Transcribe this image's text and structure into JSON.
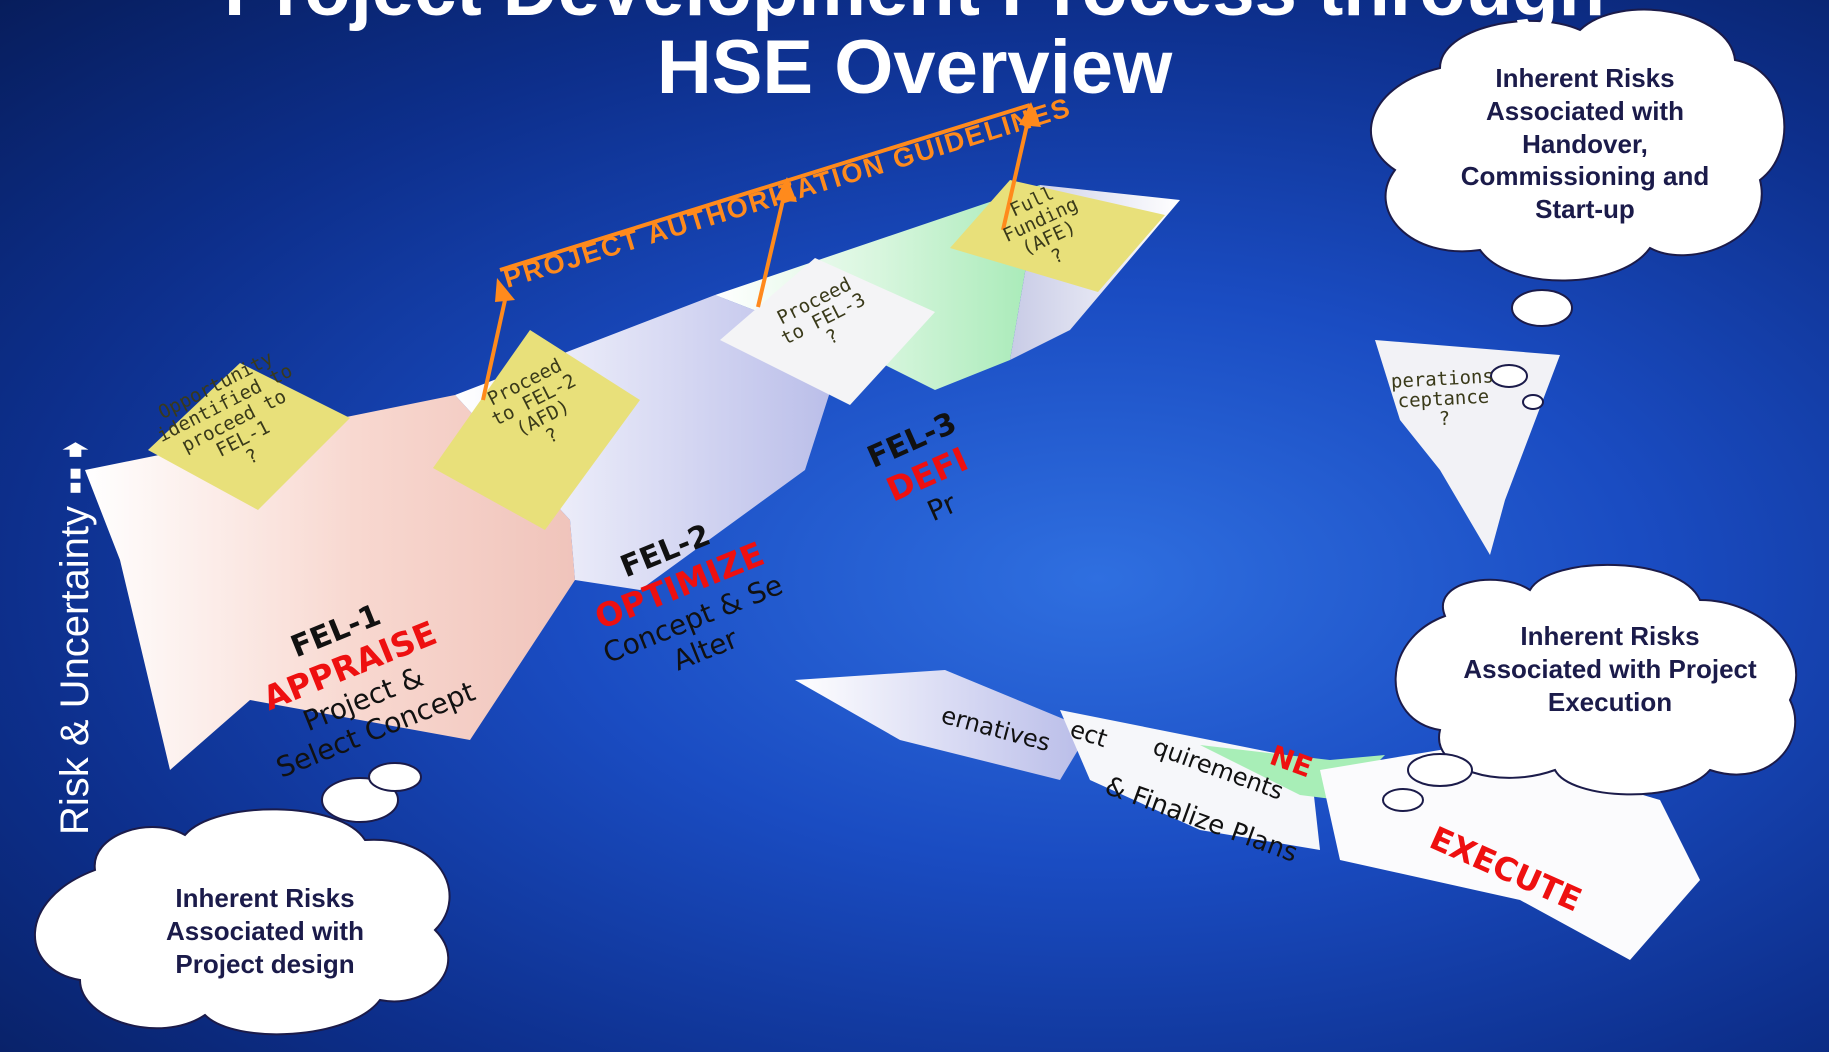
{
  "title": {
    "line1": "Project Development Process through",
    "line2": "HSE Overview"
  },
  "axis_label": "Risk & Uncertainty",
  "authorization_label": "PROJECT AUTHORIZATION GUIDELINES",
  "decision_notes": [
    "Opportunity\nidentified to\nproceed to\nFEL-1\n?",
    "Proceed\nto FEL-2\n(AFD)\n?",
    "Proceed\nto FEL-3\n?",
    "Full\nFunding\n(AFE)\n?",
    "perations\nceptance\n?"
  ],
  "stages": [
    {
      "code": "FEL-1",
      "name": "APPRAISE",
      "desc1": "Project &",
      "desc2": "Select Concept"
    },
    {
      "code": "FEL-2",
      "name": "OPTIMIZE",
      "desc1": "Concept & Se",
      "desc2": "Alter"
    },
    {
      "code": "FEL-3",
      "name": "DEFI",
      "desc1": "Pr"
    }
  ],
  "lower_band": {
    "frag1": "ernatives",
    "frag2": "ect",
    "frag3": "quirements",
    "frag4": "NE",
    "frag5": "& Finalize Plans",
    "execute": "EXECUTE"
  },
  "clouds": {
    "handover": "Inherent Risks Associated with Handover, Commissioning and Start-up",
    "execution": "Inherent Risks Associated with Project Execution",
    "design": "Inherent Risks Associated with Project design"
  },
  "colors": {
    "accent_orange": "#ff8a1c",
    "stage_red": "#ee1010",
    "note_yellow": "#e8e07a",
    "fel1_tint": "#f6cfc6",
    "fel2_tint": "#c9cdf0",
    "fel3_tint": "#bdf0c8"
  }
}
